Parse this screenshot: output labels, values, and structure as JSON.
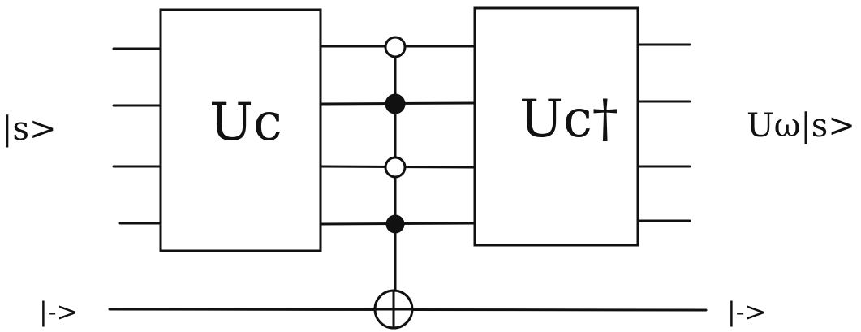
{
  "diagram": {
    "input_state": "|s>",
    "output_state": "Uω|s>",
    "ancilla_in": "|->",
    "ancilla_out": "|->",
    "gate_left": "Uc",
    "gate_right": "Uc†",
    "controls": [
      {
        "wire": 1,
        "kind": "open"
      },
      {
        "wire": 2,
        "kind": "closed"
      },
      {
        "wire": 3,
        "kind": "open"
      },
      {
        "wire": 4,
        "kind": "closed"
      }
    ]
  }
}
